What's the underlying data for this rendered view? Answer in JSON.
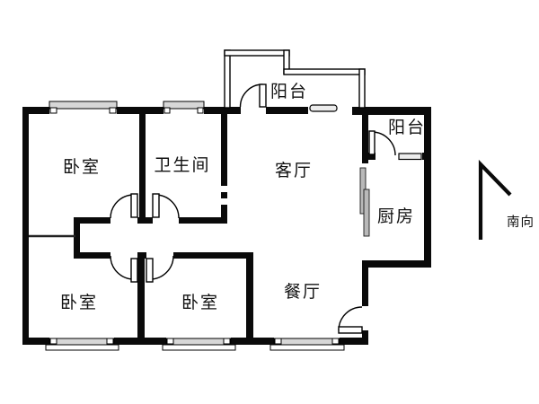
{
  "floorplan": {
    "rooms": [
      {
        "id": "bedroom-top-left",
        "label": "卧室"
      },
      {
        "id": "bathroom",
        "label": "卫生间"
      },
      {
        "id": "living-room",
        "label": "客厅"
      },
      {
        "id": "balcony-top",
        "label": "阳台"
      },
      {
        "id": "balcony-right",
        "label": "阳台"
      },
      {
        "id": "kitchen",
        "label": "厨房"
      },
      {
        "id": "bedroom-bottom-left",
        "label": "卧室"
      },
      {
        "id": "bedroom-bottom-middle",
        "label": "卧室"
      },
      {
        "id": "dining-room",
        "label": "餐厅"
      }
    ],
    "orientation_label": "南向",
    "colors": {
      "wall": "#0a0a0a",
      "background": "#ffffff",
      "window_bar": "#d7d7d7",
      "sliding_panel": "#b9b9b9"
    }
  }
}
